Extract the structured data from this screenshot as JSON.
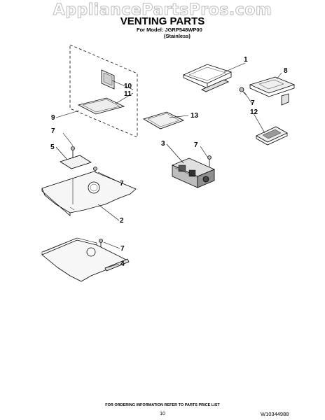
{
  "watermark": "AppliancePartsPros.com",
  "header": {
    "title": "VENTING PARTS",
    "model_line": "For Model: JGRP548WP00",
    "finish_line": "(Stainless)"
  },
  "callouts": [
    "1",
    "8",
    "7",
    "12",
    "10",
    "11",
    "9",
    "7",
    "13",
    "5",
    "3",
    "7",
    "7",
    "2",
    "7",
    "4"
  ],
  "footer": {
    "note": "FOR ORDERING INFORMATION REFER TO PARTS PRICE LIST",
    "page_number": "10",
    "doc_number": "W10344988"
  }
}
